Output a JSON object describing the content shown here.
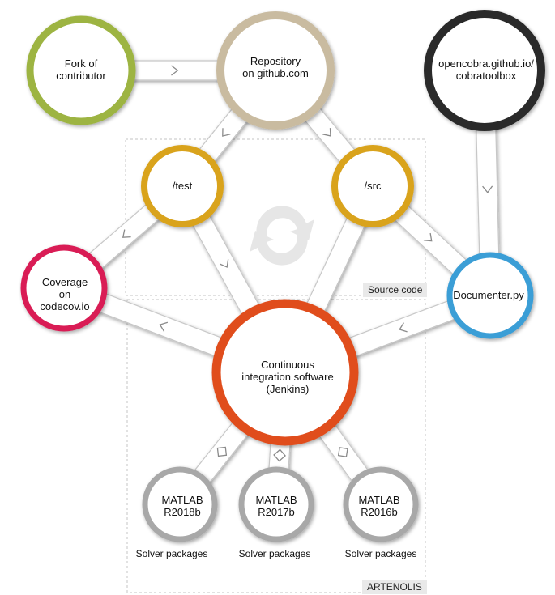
{
  "nodes": {
    "fork": "Fork of\ncontributor",
    "repo": "Repository\non github.com",
    "docs_site": "opencobra.github.io/\ncobratoolbox",
    "test": "/test",
    "src": "/src",
    "coverage": "Coverage\non\ncodecov.io",
    "documenter": "Documenter.py",
    "ci": "Continuous\nintegration software\n(Jenkins)",
    "matlab_2018b": "MATLAB\nR2018b",
    "matlab_2017b": "MATLAB\nR2017b",
    "matlab_2016b": "MATLAB\nR2016b"
  },
  "regions": {
    "source_code": "Source code",
    "artenolis": "ARTENOLIS"
  },
  "solver_label": "Solver packages",
  "colors": {
    "fork": "#9db443",
    "repo": "#c9bba0",
    "docs_site": "#2b2b2b",
    "test": "#d9a31f",
    "src": "#d9a31f",
    "coverage": "#d91f55",
    "documenter": "#3b9ed6",
    "ci": "#e04e1f",
    "matlab": "#a8a8a8",
    "connector": "#c7c7c7"
  },
  "icons": [
    "refresh-cycle-icon",
    "chevron-arrow-icon",
    "diamond-connector-icon"
  ]
}
